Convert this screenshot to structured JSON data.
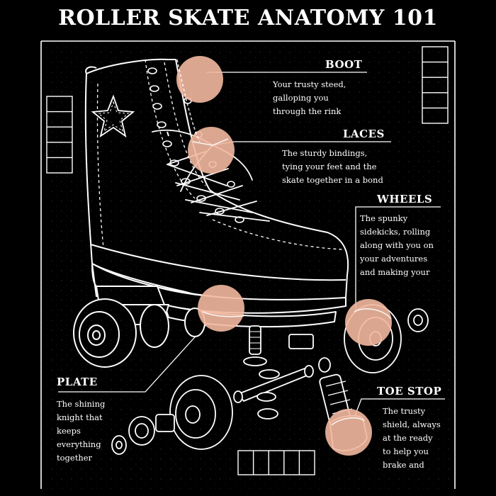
{
  "title": "ROLLER SKATE ANATOMY 101",
  "colors": {
    "background": "#000000",
    "line": "#ffffff",
    "highlight": "#f2b8a0"
  },
  "parts": {
    "boot": {
      "label": "BOOT",
      "lines": [
        "Your trusty steed,",
        "galloping you",
        "through the rink"
      ]
    },
    "laces": {
      "label": "LACES",
      "lines": [
        "The sturdy bindings,",
        "tying your feet and the",
        "skate together in a bond"
      ]
    },
    "wheels": {
      "label": "WHEELS",
      "lines": [
        "The spunky",
        "sidekicks, rolling",
        "along with you on",
        "your adventures",
        "and making your"
      ]
    },
    "plate": {
      "label": "PLATE",
      "lines": [
        "The shining",
        "knight that",
        "keeps",
        "everything",
        "together"
      ]
    },
    "toe_stop": {
      "label": "TOE STOP",
      "lines": [
        "The trusty",
        "shield, always",
        "at the ready",
        "to help you",
        "brake and"
      ]
    }
  }
}
